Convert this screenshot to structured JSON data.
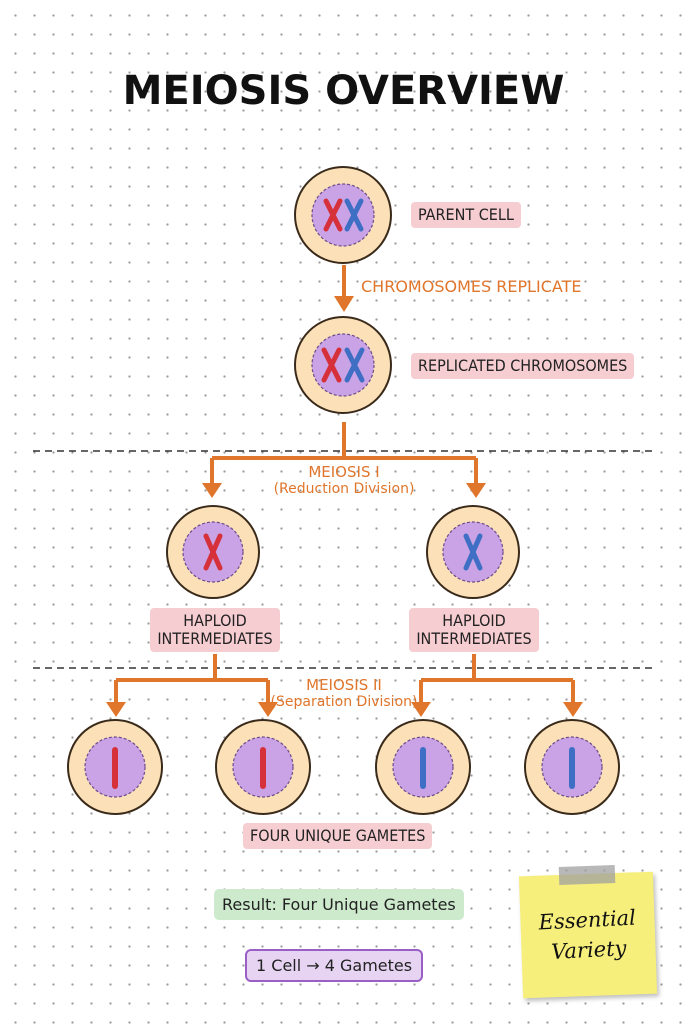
{
  "title": "MEIOSIS OVERVIEW",
  "labels": {
    "parent_cell": "PARENT CELL",
    "replicate_step": "CHROMOSOMES REPLICATE",
    "replicated": "REPLICATED CHROMOSOMES",
    "meiosis1": "MEIOSIS I",
    "meiosis1_sub": "(Reduction Division)",
    "haploid_left_line1": "HAPLOID",
    "haploid_left_line2": "INTERMEDIATES",
    "haploid_right_line1": "HAPLOID",
    "haploid_right_line2": "INTERMEDIATES",
    "meiosis2": "MEIOSIS II",
    "meiosis2_sub": "(Separation Division)",
    "gametes": "FOUR UNIQUE GAMETES"
  },
  "notes": {
    "result": "Result: Four Unique Gametes",
    "equation": "1 Cell → 4 Gametes",
    "sticky_line1": "Essential",
    "sticky_line2": "Variety"
  },
  "colors": {
    "arrow": "#e0762c",
    "cell_fill": "#fbe0b8",
    "cell_border": "#3a2a1a",
    "nucleus": "#c9a3e6",
    "chromosome_red": "#d6303a",
    "chromosome_blue": "#3f6fc4",
    "tag_bg": "#f6cdd1"
  }
}
